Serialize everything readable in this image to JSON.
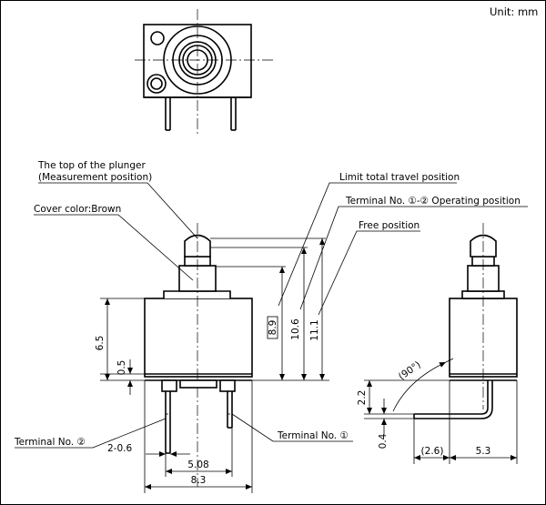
{
  "unit_label": "Unit: mm",
  "callouts": {
    "plunger_top_line1": "The top of the plunger",
    "plunger_top_line2": "(Measurement position)",
    "cover_color": "Cover color:Brown",
    "limit_travel": "Limit total travel position",
    "operating_position": "Terminal No. ①-② Operating position",
    "free_position": "Free position",
    "terminal_2": "Terminal No. ②",
    "terminal_1": "Terminal No. ①"
  },
  "dimensions": {
    "height_body": "6.5",
    "base_thickness": "0.5",
    "limit_travel_height": "8.9",
    "operating_height": "10.6",
    "free_height": "11.1",
    "terminal_width": "2-0.6",
    "terminal_pitch": "5.08",
    "body_width": "8.3",
    "side_angle": "(90°)",
    "side_terminal_rise": "2.2",
    "side_terminal_thickness": "0.4",
    "side_terminal_length": "(2.6)",
    "side_body_depth": "5.3"
  }
}
